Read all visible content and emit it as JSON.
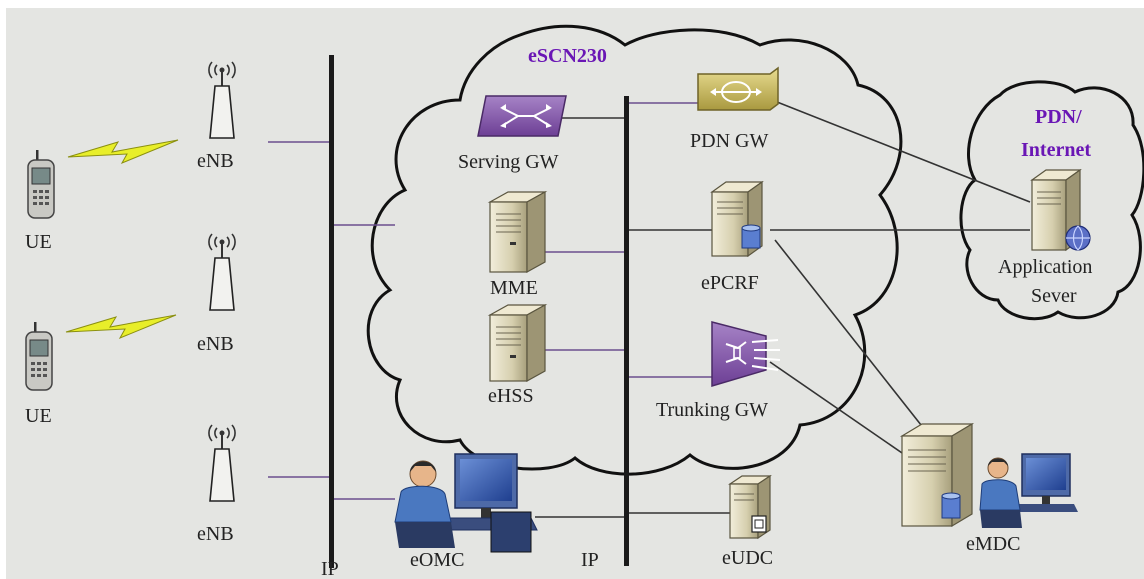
{
  "colors": {
    "background": "#e4e5e2",
    "bus": "#1a1a1a",
    "link_purple": "#6b4f8e",
    "link_dark": "#333333",
    "accent_purple": "#6a16b5",
    "device_purple": "#7a4aa0",
    "gateway_olive": "#c8b860",
    "lightning": "#e8ee2a",
    "server_beige": "#d9d2b6"
  },
  "clouds": {
    "core_title": "eSCN230",
    "pdn_title_line1": "PDN/",
    "pdn_title_line2": "Internet"
  },
  "ue_devices": [
    {
      "label": "UE",
      "icon": "mobile-phone-icon"
    },
    {
      "label": "UE",
      "icon": "mobile-phone-icon"
    }
  ],
  "enb_nodes": [
    {
      "label": "eNB",
      "icon": "antenna-tower-icon"
    },
    {
      "label": "eNB",
      "icon": "antenna-tower-icon"
    },
    {
      "label": "eNB",
      "icon": "antenna-tower-icon"
    }
  ],
  "buses": {
    "left_label": "IP",
    "right_label": "IP"
  },
  "core_nodes": {
    "serving_gw": {
      "label": "Serving GW",
      "icon": "router-icon"
    },
    "mme": {
      "label": "MME",
      "icon": "server-icon"
    },
    "ehss": {
      "label": "eHSS",
      "icon": "server-icon"
    },
    "pdn_gw": {
      "label": "PDN GW",
      "icon": "router-icon"
    },
    "epcrf": {
      "label": "ePCRF",
      "icon": "database-server-icon"
    },
    "trunking_gw": {
      "label": "Trunking GW",
      "icon": "gateway-icon"
    }
  },
  "app_server": {
    "label_line1": "Application",
    "label_line2": "Sever",
    "icon": "web-server-icon"
  },
  "eomc": {
    "label": "eOMC",
    "icon": "operator-workstation-icon"
  },
  "eudc": {
    "label": "eUDC",
    "icon": "server-icon"
  },
  "emdc": {
    "label": "eMDC",
    "icon": "server-workstation-icon"
  }
}
